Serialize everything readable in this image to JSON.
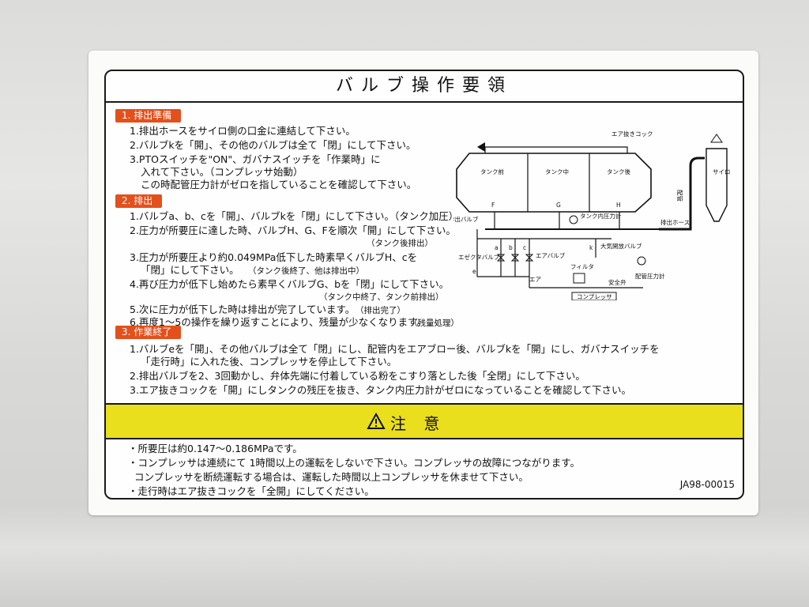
{
  "title": "バルブ操作要領",
  "sections": [
    {
      "heading": "1. 排出準備",
      "lines": [
        "1.排出ホースをサイロ側の口金に連結して下さい。",
        "2.バルブkを「開」、その他のバルブは全て「閉」にして下さい。",
        "3.PTOスイッチを\"ON\"、ガバナスイッチを「作業時」に",
        "入れて下さい。（コンプレッサ始動）",
        "この時配管圧力計がゼロを指していることを確認して下さい。"
      ]
    },
    {
      "heading": "2. 排出",
      "lines": [
        "1.バルブa、b、cを「開」、バルブkを「閉」にして下さい。（タンク加圧）",
        "2.圧力が所要圧に達した時、バルブH、G、Fを順次「開」にして下さい。",
        "（タンク後排出）",
        "3.圧力が所要圧より約0.049MPa低下した時素早くバルブH、cを",
        "「閉」にして下さい。",
        "（タンク後終了、他は排出中）",
        "4.再び圧力が低下し始めたら素早くバルブG、bを「閉」にして下さい。",
        "（タンク中終了、タンク前排出）",
        "5.次に圧力が低下した時は排出が完了しています。",
        "（排出完了）",
        "6.再度1～5の操作を繰り返すことにより、残量が少なくなります。",
        "（残量処理）"
      ]
    },
    {
      "heading": "3. 作業終了",
      "lines": [
        "1.バルブeを「開」、その他バルブは全て「閉」にし、配管内をエアブロー後、バルブkを「開」にし、ガバナスイッチを",
        "「走行時」に入れた後、コンプレッサを停止して下さい。",
        "2.排出バルブを2、3回動かし、弁体先端に付着している粉をこすり落とした後「全閉」にして下さい。",
        "3.エア抜きコックを「開」にしタンクの残圧を抜き、タンク内圧力計がゼロになっていることを確認して下さい。"
      ]
    }
  ],
  "diagram": {
    "tank_front": "タンク前",
    "tank_middle": "タンク中",
    "tank_rear": "タンク後",
    "air_cock": "エア抜きコック",
    "pipe": "配管",
    "silo": "サイロ",
    "discharge_valve": "排出バルブ",
    "tank_gauge": "タンク内圧力計",
    "discharge_hose": "排出ホース",
    "ejector_valve": "エゼクタバルブ",
    "air_valve": "エアバルブ",
    "atmos_valve": "大気開放バルブ",
    "filter": "フィルタ",
    "air": "エア",
    "safety_valve": "安全弁",
    "pipe_gauge": "配管圧力計",
    "compressor": "コンプレッサ",
    "letters": [
      "F",
      "G",
      "H",
      "a",
      "b",
      "c",
      "e",
      "k"
    ]
  },
  "caution": {
    "title": "注 意",
    "lines": [
      "・所要圧は約0.147～0.186MPaです。",
      "・コンプレッサは連続にて 1時間以上の運転をしないで下さい。コンプレッサの故障につながります。",
      "コンプレッサを断続運転する場合は、運転した時間以上コンプレッサを休ませて下さい。",
      "・走行時はエア抜きコックを「全開」にしてください。"
    ]
  },
  "code": "JA98-00015",
  "colors": {
    "section_head": "#e2501c",
    "caution_bar": "#e9df1c"
  }
}
